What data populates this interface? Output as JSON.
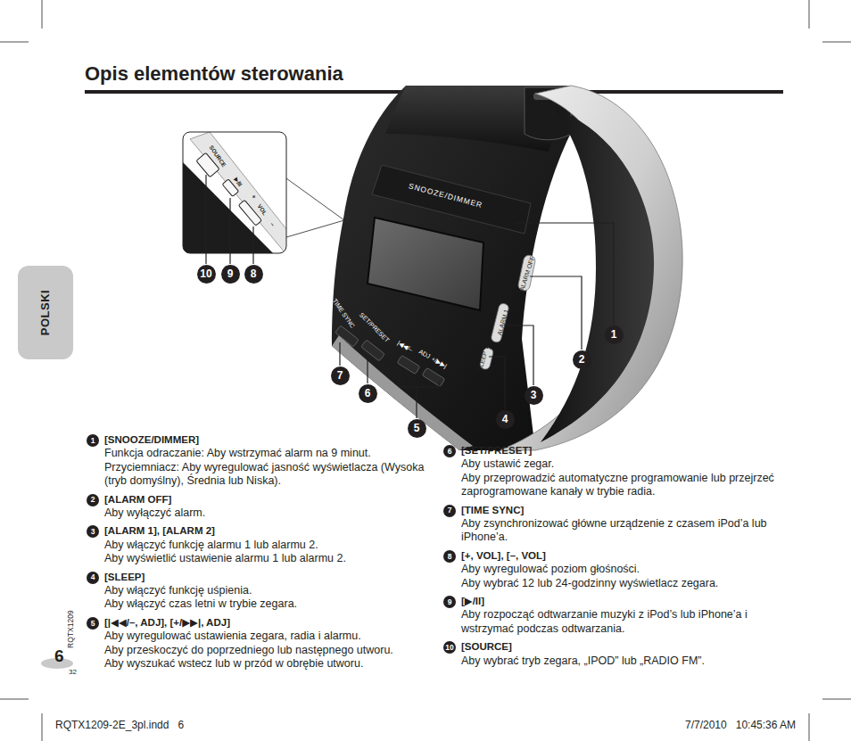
{
  "diagram": {
    "title": "Opis elementów sterowania",
    "nodes": [
      {
        "text": [
          "POLSKI"
        ]
      },
      {
        "text": [
          "1"
        ]
      },
      {
        "text": [
          "2"
        ]
      },
      {
        "text": [
          "3"
        ]
      },
      {
        "text": [
          "4"
        ]
      },
      {
        "text": [
          "5"
        ]
      },
      {
        "text": [
          "6"
        ]
      },
      {
        "text": [
          "7"
        ]
      },
      {
        "text": [
          "8"
        ]
      },
      {
        "text": [
          "9"
        ]
      },
      {
        "text": [
          "10"
        ]
      },
      {
        "text": [
          "1"
        ]
      },
      {
        "text": [
          "2"
        ]
      },
      {
        "text": [
          "3"
        ]
      },
      {
        "text": [
          "4"
        ]
      },
      {
        "text": [
          "5"
        ]
      },
      {
        "text": [
          "6"
        ]
      },
      {
        "text": [
          "7"
        ]
      },
      {
        "text": [
          "8"
        ]
      },
      {
        "text": [
          "9"
        ]
      },
      {
        "text": [
          "10"
        ]
      }
    ],
    "labels": [
      "SNOOZE/DIMMER",
      "ALARM OFF",
      "ALARM 1",
      "2",
      "SLEEP",
      "TIME SYNC",
      "SET/PRESET",
      "|◀◀/–",
      "ADJ",
      "+/▶▶|",
      "SOURCE",
      "▶/II",
      "+",
      "VOL",
      "–",
      "[SNOOZE/DIMMER]",
      "Funkcja odraczanie: Aby wstrzymać alarm na 9 minut.",
      "Przyciemniacz: Aby wyregulować jasność wyświetlacza (Wysoka (tryb domyślny), Średnia lub Niska).",
      "[ALARM OFF]",
      "Aby wyłączyć alarm.",
      "[ALARM 1], [ALARM 2]",
      "Aby włączyć funkcję alarmu 1 lub alarmu 2.",
      "Aby wyświetlić ustawienie alarmu 1 lub alarmu 2.",
      "[SLEEP]",
      "Aby włączyć funkcję uśpienia.",
      "Aby włączyć czas letni w trybie zegara.",
      "[|◀◀/–, ADJ], [+/▶▶|, ADJ]",
      "Aby wyregulować ustawienia zegara, radia i alarmu.",
      "Aby przeskoczyć do poprzedniego lub następnego utworu.",
      "Aby wyszukać wstecz lub w przód w obrębie utworu.",
      "[SET/PRESET]",
      "Aby ustawić zegar.",
      "Aby przeprowadzić automatyczne programowanie lub przejrzeć zaprogramowane kanały w trybie radia.",
      "[TIME SYNC]",
      "Aby zsynchronizować główne urządzenie z czasem iPod’a lub iPhone’a.",
      "[+, VOL], [–, VOL]",
      "Aby wyregulować poziom głośności.",
      "Aby wybrać 12 lub 24-godzinny wyświetlacz zegara.",
      "[▶/II]",
      "Aby rozpocząć odtwarzanie muzyki z iPod’s lub iPhone’a i wstrzymać podczas odtwarzania.",
      "[SOURCE]",
      "Aby wybrać tryb zegara, „IPOD” lub „RADIO FM”.",
      "RQTX1209",
      "6",
      "32",
      "RQTX1209-2E_3pl.indd   6",
      "7/7/2010   10:45:36 AM"
    ]
  }
}
